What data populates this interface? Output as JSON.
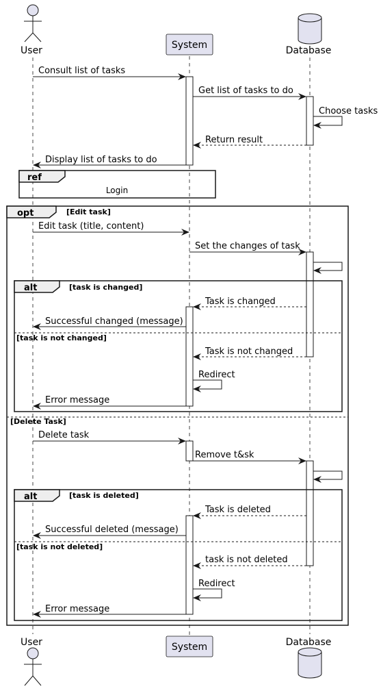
{
  "participants": {
    "user": "User",
    "system": "System",
    "database": "Database"
  },
  "messages": [
    "Consult list of tasks",
    "Get list of tasks to do",
    "Choose tasks",
    "Return result",
    "Display list of tasks to do",
    "Edit task (title, content)",
    "Set the changes of task",
    "Task is changed",
    "Successful changed (message)",
    "Task is not changed",
    "Redirect",
    "Error message",
    "Delete task",
    "Remove t&sk",
    "Task is deleted",
    "Successful deleted (message)",
    "task is not deleted",
    "Redirect",
    "Error message"
  ],
  "frames": {
    "ref_keyword": "ref",
    "ref_text": "Login",
    "opt_keyword": "opt",
    "opt_guard1": "[Edit task]",
    "opt_guard2": "[Delete Task]",
    "alt_keyword": "alt",
    "alt1_guard1": "[task is  changed]",
    "alt1_guard2": "[task is not changed]",
    "alt2_guard1": "[task is deleted]",
    "alt2_guard2": "[task is not deleted]"
  },
  "colors": {
    "participant_fill": "#E2E2F0",
    "participant_stroke": "#181818",
    "lifeline": "#181818",
    "activation_fill": "#ffffff",
    "frame_header_fill": "#EEEEEE"
  }
}
